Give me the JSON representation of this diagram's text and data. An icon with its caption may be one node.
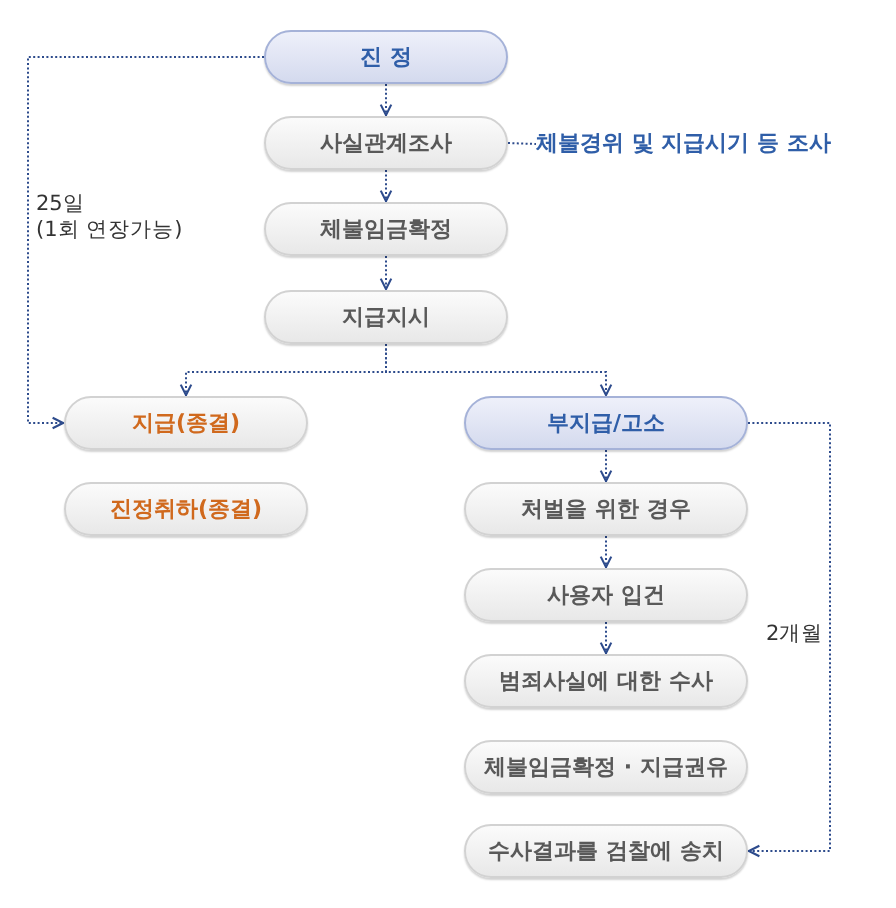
{
  "diagram": {
    "nodes": [
      {
        "text": [
          "진 정"
        ]
      },
      {
        "text": [
          "사실관계조사"
        ]
      },
      {
        "text": [
          "체불경위 및 지급시기 등 조사"
        ]
      },
      {
        "text": [
          "체불임금확정"
        ]
      },
      {
        "text": [
          "지급지시"
        ]
      },
      {
        "text": [
          "지급(종결)"
        ]
      },
      {
        "text": [
          "부지급/고소"
        ]
      },
      {
        "text": [
          "진정취하(종결)"
        ]
      },
      {
        "text": [
          "처벌을 위한 경우"
        ]
      },
      {
        "text": [
          "사용자 입건"
        ]
      },
      {
        "text": [
          "범죄사실에 대한 수사"
        ]
      },
      {
        "text": [
          "체불임금확정 · 지급권유"
        ]
      },
      {
        "text": [
          "수사결과를 검찰에 송치"
        ]
      }
    ],
    "edges": [
      {
        "from": 0,
        "to": 1,
        "arrow": "to"
      },
      {
        "from": 1,
        "to": 2,
        "arrow": "none"
      },
      {
        "from": 1,
        "to": 3,
        "arrow": "to"
      },
      {
        "from": 3,
        "to": 4,
        "arrow": "to"
      },
      {
        "from": 4,
        "to": 5,
        "arrow": "to"
      },
      {
        "from": 4,
        "to": 6,
        "arrow": "to"
      },
      {
        "from": 6,
        "to": 8,
        "arrow": "to"
      },
      {
        "from": 8,
        "to": 9,
        "arrow": "to"
      },
      {
        "from": 9,
        "to": 10,
        "arrow": "to"
      },
      {
        "from": 0,
        "to": 5,
        "arrow": "to",
        "label": "25일 (1회 연장가능)"
      },
      {
        "from": 6,
        "to": 12,
        "arrow": "to",
        "label": "2개월"
      }
    ]
  }
}
